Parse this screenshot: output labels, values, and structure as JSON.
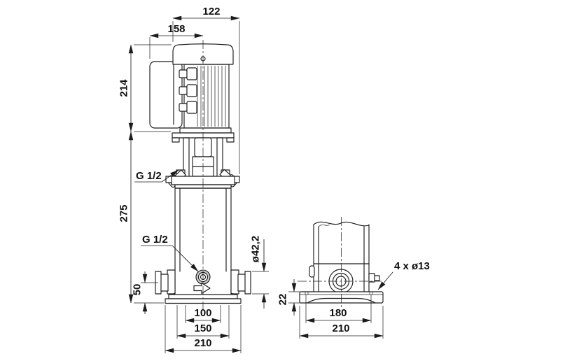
{
  "colors": {
    "background": "#ffffff",
    "ink": "#1c1c1c",
    "plug_shade": "#c9c9c9"
  },
  "front_view": {
    "dims": {
      "width_top": "122",
      "width_mid": "158",
      "height_motor": "214",
      "height_pump": "275",
      "height_port": "50",
      "port_diameter": "ø42,2",
      "base_inner": "100",
      "base_mid": "150",
      "base_outer": "210",
      "vent_plug_thread": "G 1/2",
      "drain_plug_thread": "G 1/2"
    }
  },
  "side_view": {
    "dims": {
      "plate_thickness": "22",
      "bolt_spacing": "180",
      "base_width": "210",
      "bolt_holes": "4 x ø13"
    }
  }
}
